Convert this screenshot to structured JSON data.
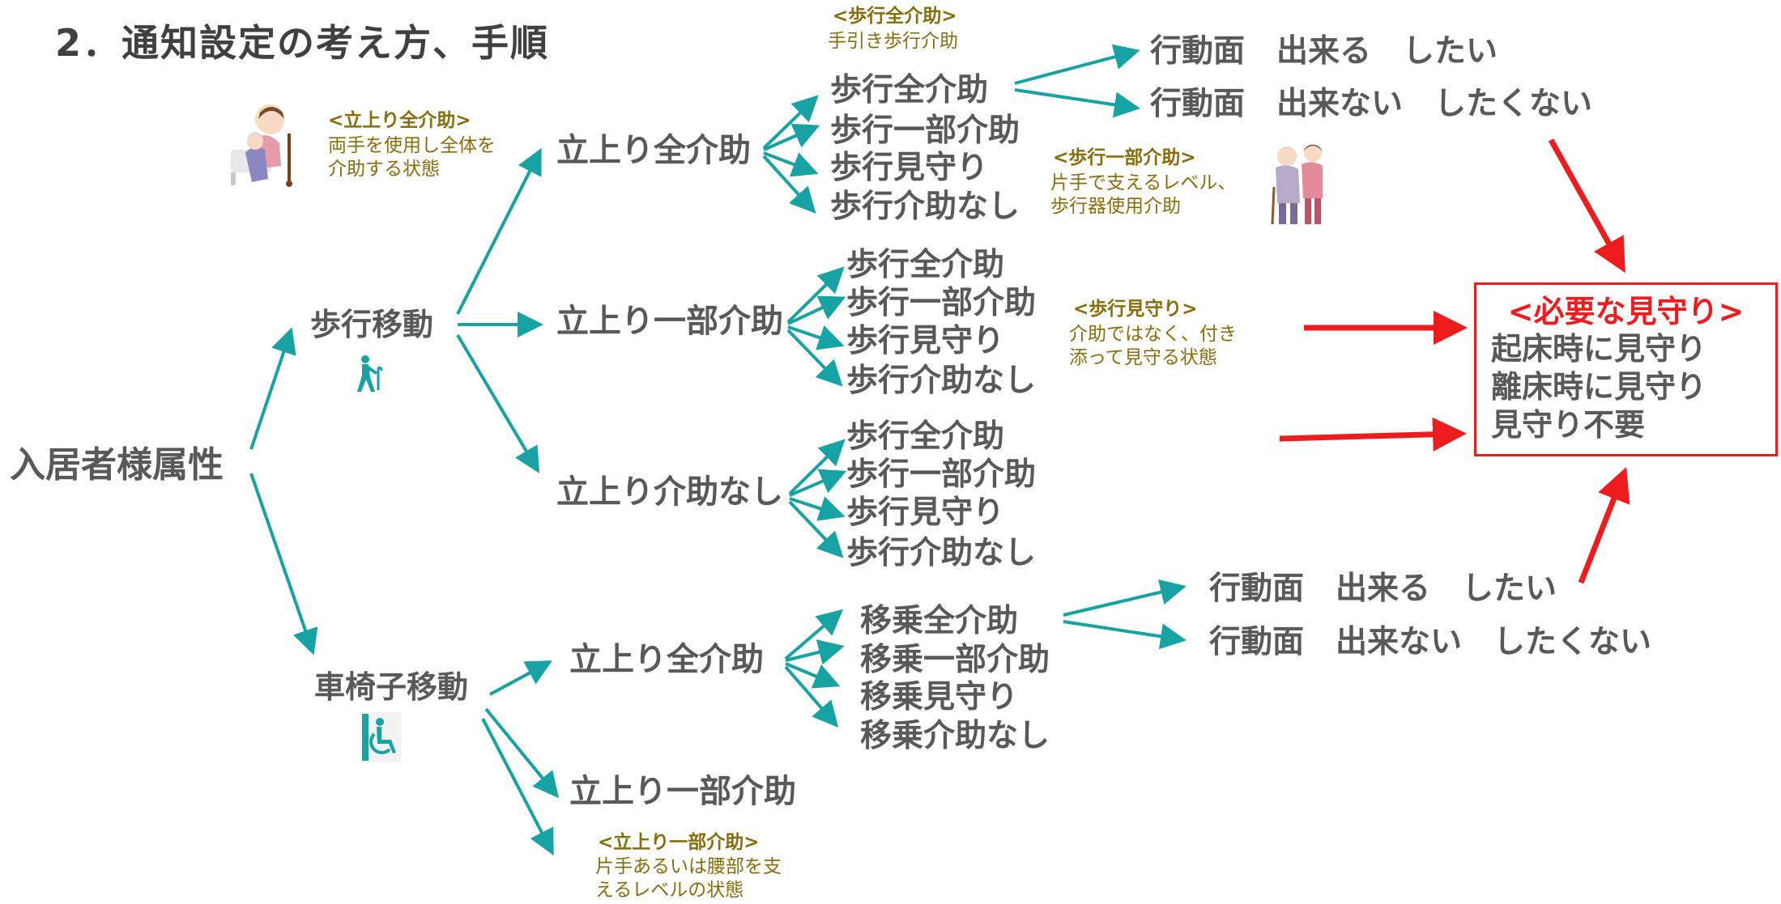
{
  "title": "2．通知設定の考え方、手順",
  "root": "入居者様属性",
  "walking": {
    "label": "歩行移動",
    "standing": [
      {
        "label": "立上り全介助",
        "items": [
          "歩行全介助",
          "歩行一部介助",
          "歩行見守り",
          "歩行介助なし"
        ]
      },
      {
        "label": "立上り一部介助",
        "items": [
          "歩行全介助",
          "歩行一部介助",
          "歩行見守り",
          "歩行介助なし"
        ]
      },
      {
        "label": "立上り介助なし",
        "items": [
          "歩行全介助",
          "歩行一部介助",
          "歩行見守り",
          "歩行介助なし"
        ]
      }
    ],
    "outcomes": [
      "行動面　出来る　したい",
      "行動面　出来ない　したくない"
    ]
  },
  "wheelchair": {
    "label": "車椅子移動",
    "standing": [
      {
        "label": "立上り全介助",
        "items": [
          "移乗全介助",
          "移乗一部介助",
          "移乗見守り",
          "移乗介助なし"
        ]
      },
      {
        "label": "立上り一部介助"
      }
    ],
    "outcomes": [
      "行動面　出来る　したい",
      "行動面　出来ない　したくない"
    ]
  },
  "notes": {
    "standing_full": {
      "heading": "<立上り全介助>",
      "lines": [
        "両手を使用し全体を",
        "介助する状態"
      ]
    },
    "walk_full": {
      "heading": "<歩行全介助>",
      "lines": [
        "手引き歩行介助"
      ]
    },
    "walk_partial": {
      "heading": "<歩行一部介助>",
      "lines": [
        "片手で支えるレベル、",
        "歩行器使用介助"
      ]
    },
    "walk_watch": {
      "heading": "<歩行見守り>",
      "lines": [
        "介助ではなく、付き",
        "添って見守る状態"
      ]
    },
    "standing_partial": {
      "heading": "<立上り一部介助>",
      "lines": [
        "片手あるいは腰部を支",
        "えるレベルの状態"
      ]
    }
  },
  "required": {
    "heading": "<必要な見守り>",
    "items": [
      "起床時に見守り",
      "離床時に見守り",
      "見守り不要"
    ]
  },
  "colors": {
    "teal": "#17a3a3",
    "red": "#ee1c1c",
    "note": "#8a6d0b",
    "text": "#595959"
  },
  "icons": [
    "caregiver-assist-illustration",
    "walking-person-icon",
    "wheelchair-icon",
    "elderly-walk-assist-illustration"
  ]
}
